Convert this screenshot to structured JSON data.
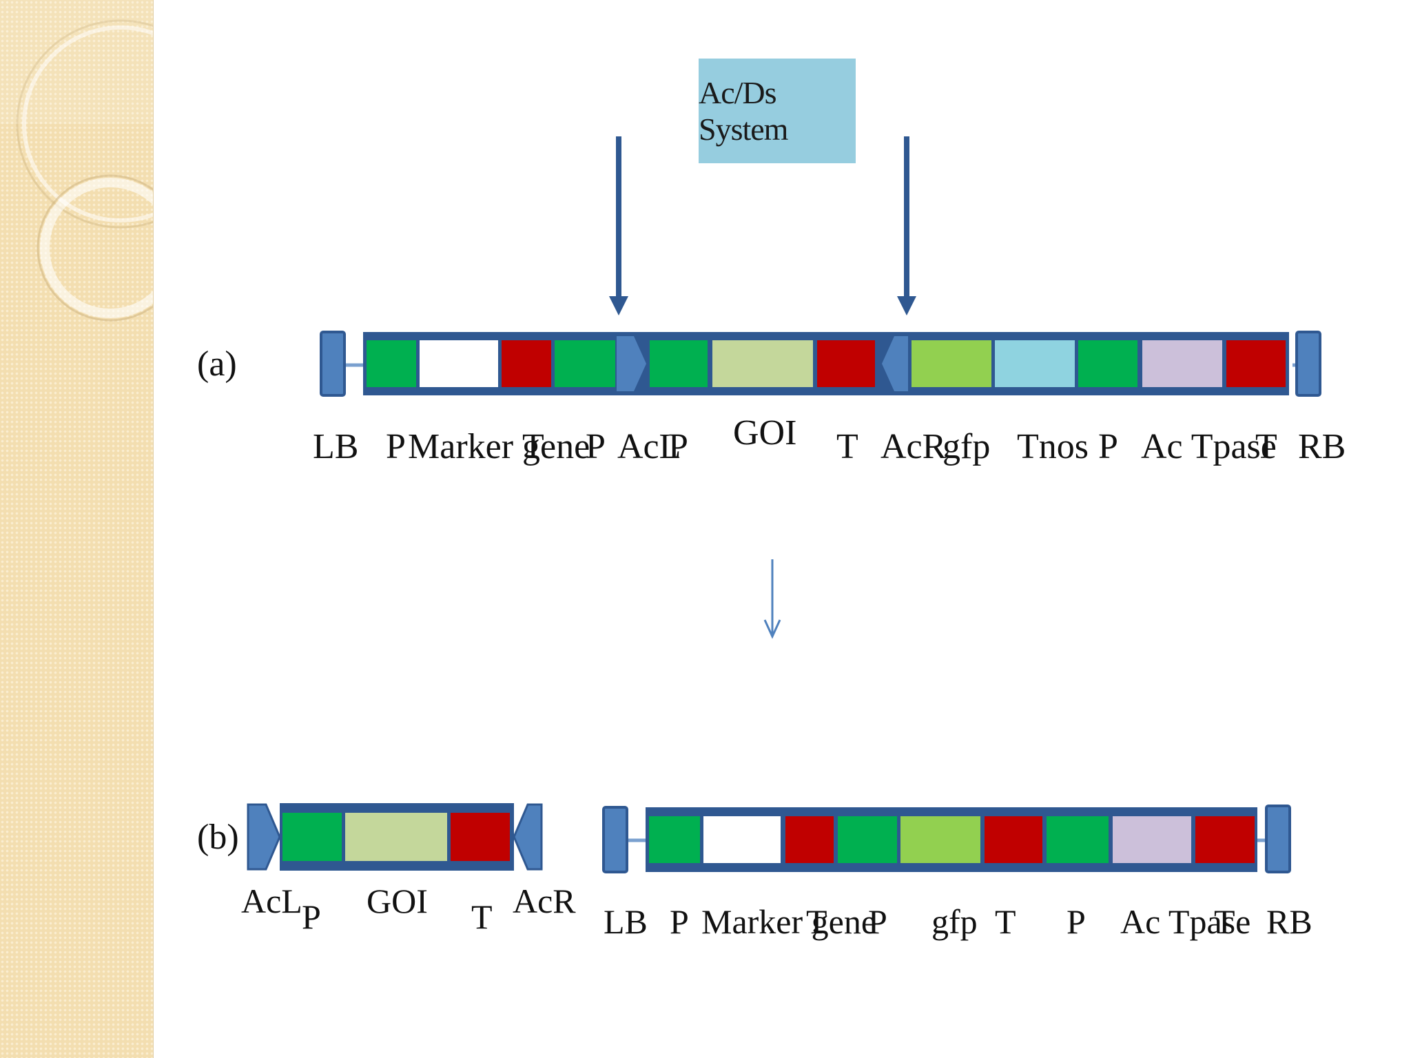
{
  "title": "Ac/Ds System",
  "colors": {
    "frame": "#2f5891",
    "blue": "#4f81bd",
    "green": "#00b050",
    "red": "#c00000",
    "white": "#ffffff",
    "goi": "#c4d79b",
    "gfp": "#92d050",
    "tnos": "#8fd3e0",
    "tpase": "#ccc0da",
    "title_bg": "#96cddf",
    "side_bg": "#f3deb0"
  },
  "panel_a": {
    "tag": "(a)",
    "labels": [
      "LB",
      "P",
      "Marker gene",
      "T",
      "P",
      "AcL",
      "P",
      "GOI",
      "T",
      "AcR",
      "gfp",
      "Tnos",
      "P",
      "Ac Tpase",
      "T",
      "RB"
    ]
  },
  "panel_b": {
    "tag": "(b)",
    "excised_labels": [
      "AcL",
      "P",
      "GOI",
      "T",
      "AcR"
    ],
    "remaining_labels": [
      "LB",
      "P",
      "Marker gene",
      "T",
      "P",
      "gfp",
      "T",
      "P",
      "Ac Tpase",
      "T",
      "RB"
    ]
  }
}
